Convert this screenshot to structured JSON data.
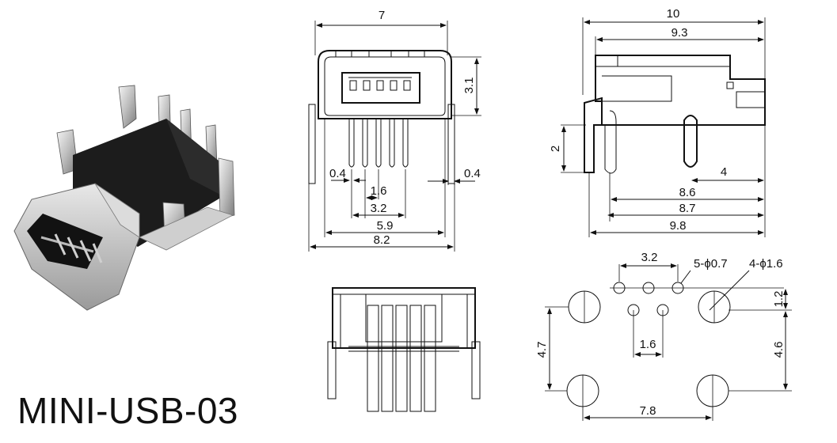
{
  "part_number": "MINI-USB-03",
  "front_view": {
    "dims": {
      "width": "7",
      "height": "3.1",
      "pin_width_left": "0.4",
      "pin_width_right": "0.4",
      "pitch": "1.6",
      "span_3_2": "3.2",
      "span_5_9": "5.9",
      "span_8_2": "8.2"
    }
  },
  "side_view": {
    "dims": {
      "length": "10",
      "length_inner": "9.3",
      "height": "2",
      "offset": "4",
      "d_8_6": "8.6",
      "d_8_7": "8.7",
      "d_9_8": "9.8"
    }
  },
  "footprint": {
    "dims": {
      "pin_spacing": "3.2",
      "pin_holes": "5-ϕ0.7",
      "mount_holes": "4-ϕ1.6",
      "row_offset": "1.2",
      "pitch": "1.6",
      "height_left": "4.7",
      "height_right": "4.6",
      "width": "7.8"
    }
  }
}
